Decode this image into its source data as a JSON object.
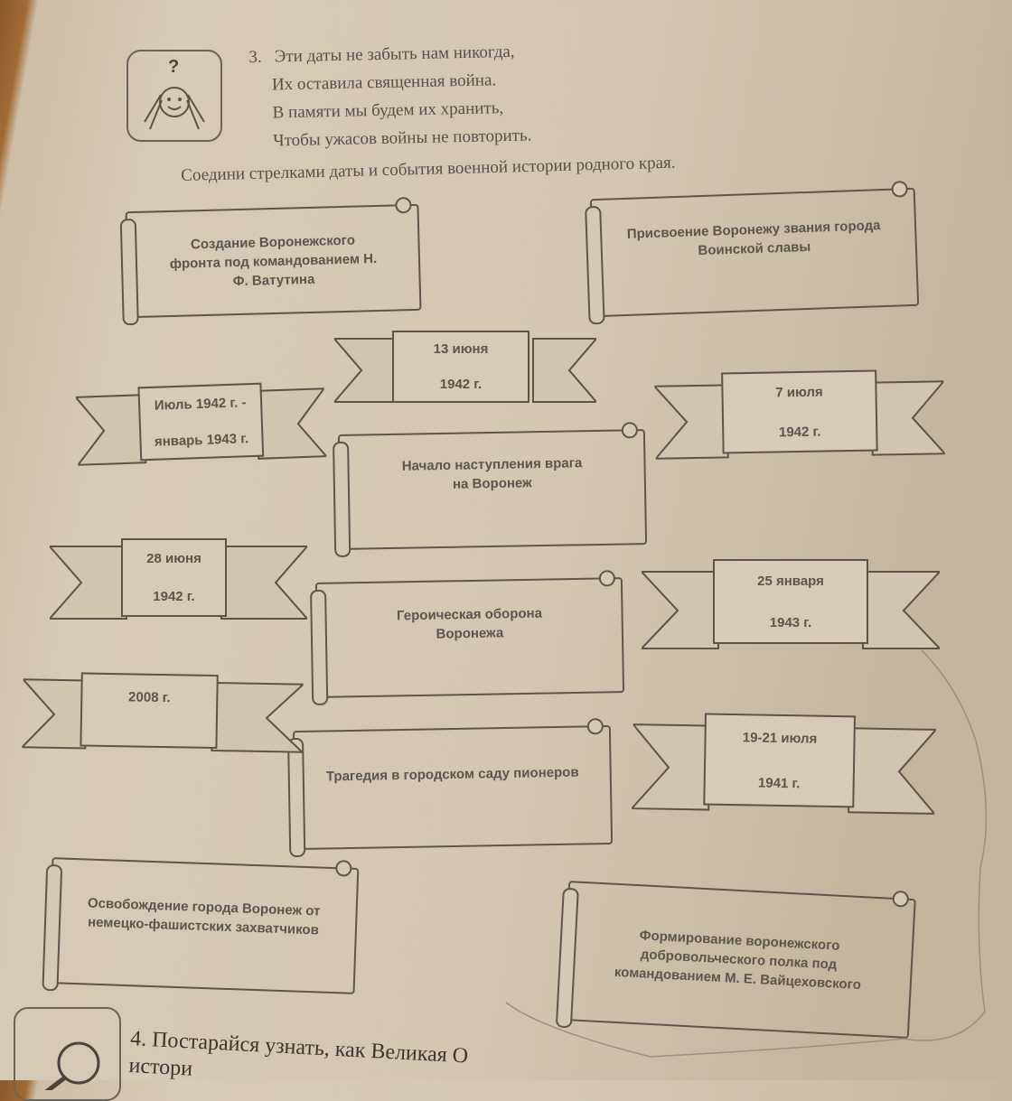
{
  "task3": {
    "number": "3.",
    "poem": [
      "Эти даты не забыть нам никогда,",
      "Их оставила священная война.",
      "В памяти мы будем их хранить,",
      "Чтобы ужасов войны не повторить."
    ],
    "instruction": "Соедини стрелками даты и события военной истории родного края.",
    "icon_label": "?",
    "events": [
      "Создание Воронежского фронта под командованием Н. Ф. Ватутина",
      "Присвоение Воронежу звания города Воинской славы",
      "Начало наступления врага на Воронеж",
      "Героическая оборона Воронежа",
      "Трагедия в городском саду пионеров",
      "Освобождение города Воронеж от немецко-фашистских захватчиков",
      "Формирование воронежского добровольческого полка под командованием М. Е. Вайцеховского"
    ],
    "dates": [
      [
        "13 июня",
        "1942 г."
      ],
      [
        "Июль 1942 г. -",
        "январь 1943 г."
      ],
      [
        "7 июля",
        "1942 г."
      ],
      [
        "28 июня",
        "1942 г."
      ],
      [
        "25 января",
        "1943 г."
      ],
      [
        "2008 г."
      ],
      [
        "19-21 июля",
        "1941 г."
      ]
    ]
  },
  "task4": {
    "line1": "4. Постарайся узнать, как Великая О",
    "line2": "истори"
  }
}
